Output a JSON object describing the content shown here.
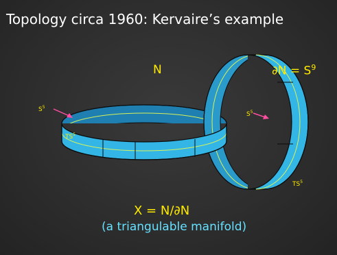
{
  "title": "Topology circa 1960: Kervaire’s example",
  "labels": {
    "n": "N",
    "boundary_base": "∂N = S",
    "boundary_exp": "9",
    "s_base": "S",
    "s_exp": "5",
    "ts_base": "TS",
    "ts_exp": "5"
  },
  "equation": "X = N/∂N",
  "subtitle": "(a triangulable manifold)",
  "colors": {
    "background": "#2e2e2e",
    "band": "#33b6e6",
    "band_inner": "#1f7fb0",
    "outline": "#0b0b0b",
    "label_yellow": "#ffea00",
    "arrow_pink": "#ff4fa3",
    "subtitle_cyan": "#66e0ff",
    "title_white": "#ffffff"
  }
}
